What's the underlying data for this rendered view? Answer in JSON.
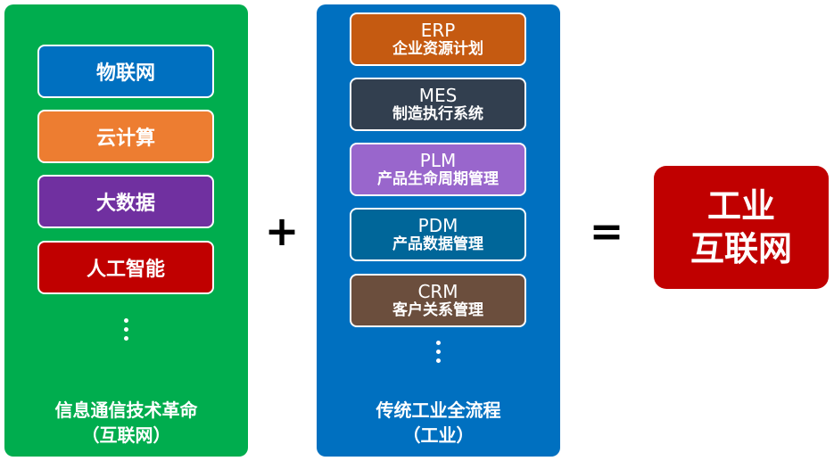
{
  "left_panel": {
    "items": [
      {
        "label": "物联网",
        "color": "#0070c0"
      },
      {
        "label": "云计算",
        "color": "#ed7d31"
      },
      {
        "label": "大数据",
        "color": "#7030a0"
      },
      {
        "label": "人工智能",
        "color": "#c00000"
      }
    ],
    "caption_line1": "信息通信技术革命",
    "caption_line2": "（互联网）",
    "color": "#00ad4e"
  },
  "plus_sign": "+",
  "middle_panel": {
    "items": [
      {
        "en": "ERP",
        "zh": "企业资源计划",
        "color": "#c55a11"
      },
      {
        "en": "MES",
        "zh": "制造执行系统",
        "color": "#323f4f"
      },
      {
        "en": "PLM",
        "zh": "产品生命周期管理",
        "color": "#9966cc"
      },
      {
        "en": "PDM",
        "zh": "产品数据管理",
        "color": "#006699"
      },
      {
        "en": "CRM",
        "zh": "客户关系管理",
        "color": "#6b4e3d"
      }
    ],
    "caption_line1": "传统工业全流程",
    "caption_line2": "（工业）",
    "color": "#0070c0"
  },
  "equals_sign": "=",
  "result": {
    "line1": "工业",
    "line2": "互联网",
    "color": "#c00000"
  }
}
